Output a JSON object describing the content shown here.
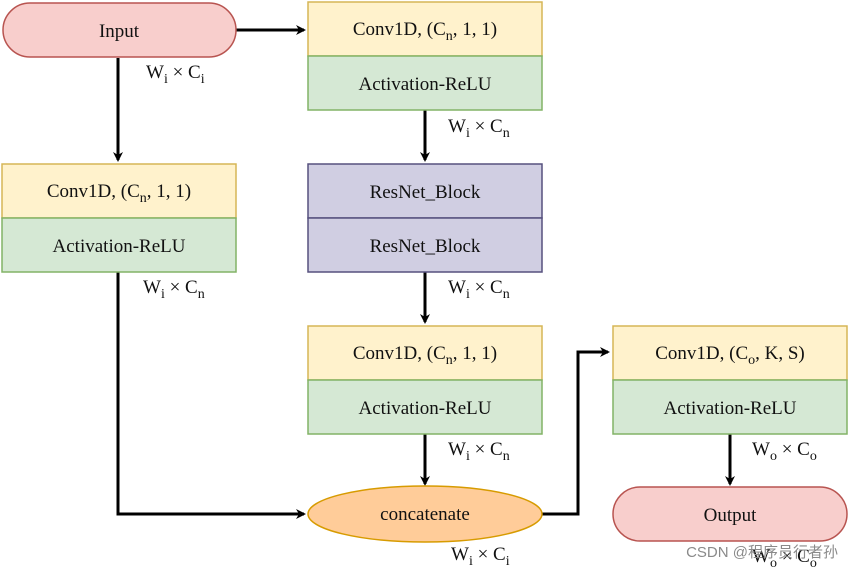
{
  "colors": {
    "terminal_fill": "#f8cecc",
    "terminal_stroke": "#b85450",
    "conv_fill": "#fff2cc",
    "conv_stroke": "#d6b656",
    "act_fill": "#d5e8d4",
    "act_stroke": "#82b366",
    "resnet_fill": "#d0cee2",
    "resnet_stroke": "#56517e",
    "concat_fill": "#ffcc99",
    "concat_stroke": "#d79b00",
    "arrow": "#000000"
  },
  "nodes": {
    "input": "Input",
    "output": "Output",
    "concatenate": "concatenate",
    "activation": "Activation-ReLU",
    "resnet": "ResNet_Block",
    "conv_prefix": "Conv1D, (C",
    "conv_n_sub": "n",
    "conv_n_suffix": ", 1, 1)",
    "conv_o_sub": "o",
    "conv_o_suffix": ", K, S)"
  },
  "dims": {
    "w": "W",
    "c": "C",
    "times": " × ",
    "sub_i": "i",
    "sub_n": "n",
    "sub_o": "o"
  },
  "watermark": "CSDN @程序员行者孙"
}
